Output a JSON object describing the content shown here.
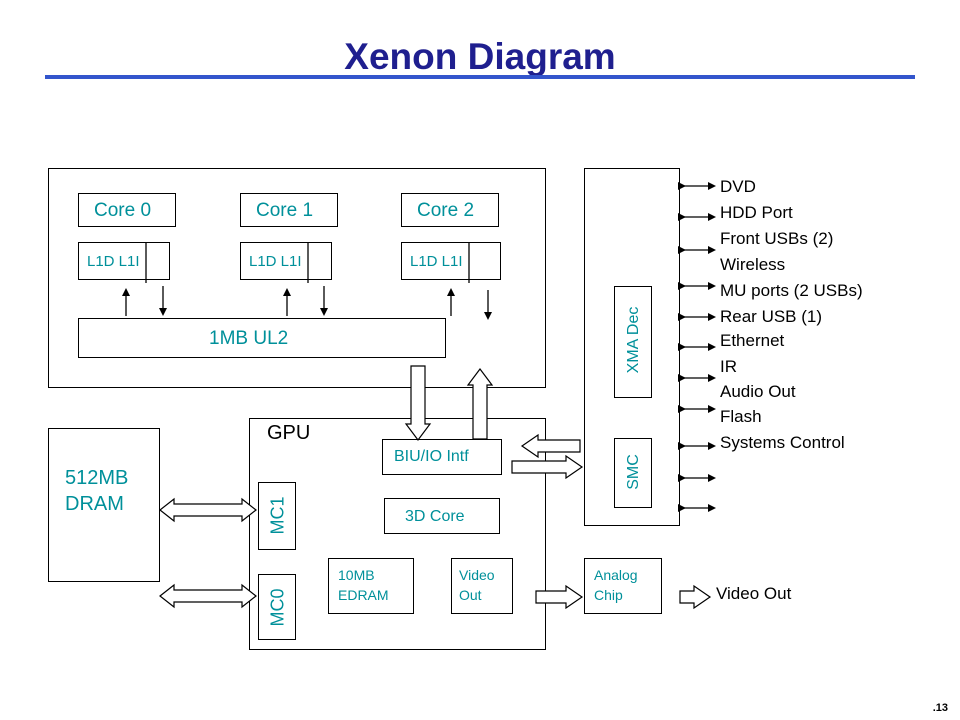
{
  "title": "Xenon Diagram",
  "cpu": {
    "cores": [
      "Core 0",
      "Core 1",
      "Core 2"
    ],
    "l1_label": "L1D L1I",
    "l2": "1MB UL2"
  },
  "dram": "512MB DRAM",
  "gpu": {
    "label": "GPU",
    "biu": "BIU/IO Intf",
    "core3d": "3D Core",
    "mc1": "MC1",
    "mc0": "MC0",
    "edram": "10MB EDRAM",
    "video_out_block": "Video Out"
  },
  "southbridge": {
    "xma": "XMA Dec",
    "smc": "SMC"
  },
  "analog_chip": "Analog Chip",
  "io_list": [
    "DVD",
    "HDD Port",
    "Front USBs (2)",
    "Wireless",
    "MU ports (2 USBs)",
    "Rear USB (1)",
    "Ethernet",
    "IR",
    "Audio Out",
    "Flash",
    "Systems Control"
  ],
  "video_out": "Video Out",
  "page_number": ".13",
  "colors": {
    "title": "#1f1f8f",
    "rule": "#3355cc",
    "label": "#00909a"
  }
}
